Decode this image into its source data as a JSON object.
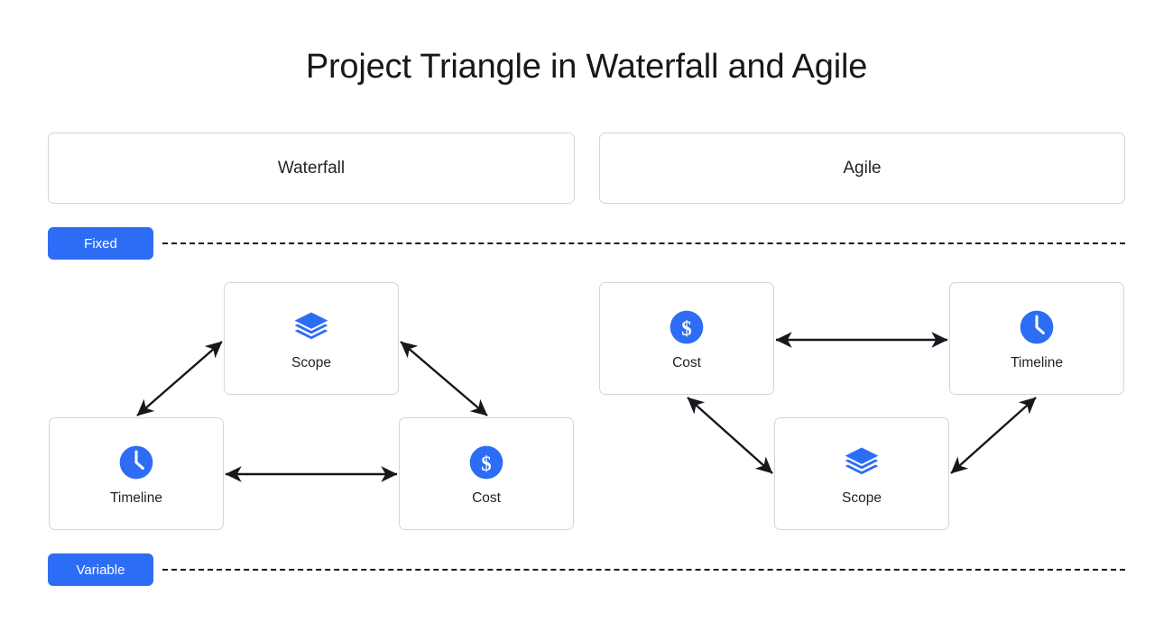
{
  "page": {
    "title": "Project Triangle in Waterfall and Agile",
    "background": "#ffffff",
    "accent_color": "#2d6df6",
    "border_color": "#d3d5d9",
    "text_color": "#1f2227",
    "arrow_color": "#15181d"
  },
  "columns": [
    {
      "id": "waterfall",
      "label": "Waterfall"
    },
    {
      "id": "agile",
      "label": "Agile"
    }
  ],
  "bands": [
    {
      "id": "fixed",
      "label": "Fixed",
      "line_style": "dashed"
    },
    {
      "id": "variable",
      "label": "Variable",
      "line_style": "dashed"
    }
  ],
  "diagrams": {
    "waterfall": {
      "nodes": [
        {
          "id": "wf-scope",
          "label": "Scope",
          "icon": "layers-icon",
          "band": "fixed",
          "position": "apex"
        },
        {
          "id": "wf-timeline",
          "label": "Timeline",
          "icon": "clock-icon",
          "band": "variable",
          "position": "bottom-left"
        },
        {
          "id": "wf-cost",
          "label": "Cost",
          "icon": "dollar-icon",
          "band": "variable",
          "position": "bottom-right"
        }
      ],
      "edges": [
        {
          "from": "wf-timeline",
          "to": "wf-scope",
          "type": "double-arrow"
        },
        {
          "from": "wf-scope",
          "to": "wf-cost",
          "type": "double-arrow"
        },
        {
          "from": "wf-timeline",
          "to": "wf-cost",
          "type": "double-arrow"
        }
      ]
    },
    "agile": {
      "nodes": [
        {
          "id": "ag-cost",
          "label": "Cost",
          "icon": "dollar-icon",
          "band": "fixed",
          "position": "top-left"
        },
        {
          "id": "ag-timeline",
          "label": "Timeline",
          "icon": "clock-icon",
          "band": "fixed",
          "position": "top-right"
        },
        {
          "id": "ag-scope",
          "label": "Scope",
          "icon": "layers-icon",
          "band": "variable",
          "position": "bottom-center"
        }
      ],
      "edges": [
        {
          "from": "ag-cost",
          "to": "ag-timeline",
          "type": "double-arrow"
        },
        {
          "from": "ag-cost",
          "to": "ag-scope",
          "type": "double-arrow"
        },
        {
          "from": "ag-scope",
          "to": "ag-timeline",
          "type": "double-arrow"
        }
      ]
    }
  }
}
